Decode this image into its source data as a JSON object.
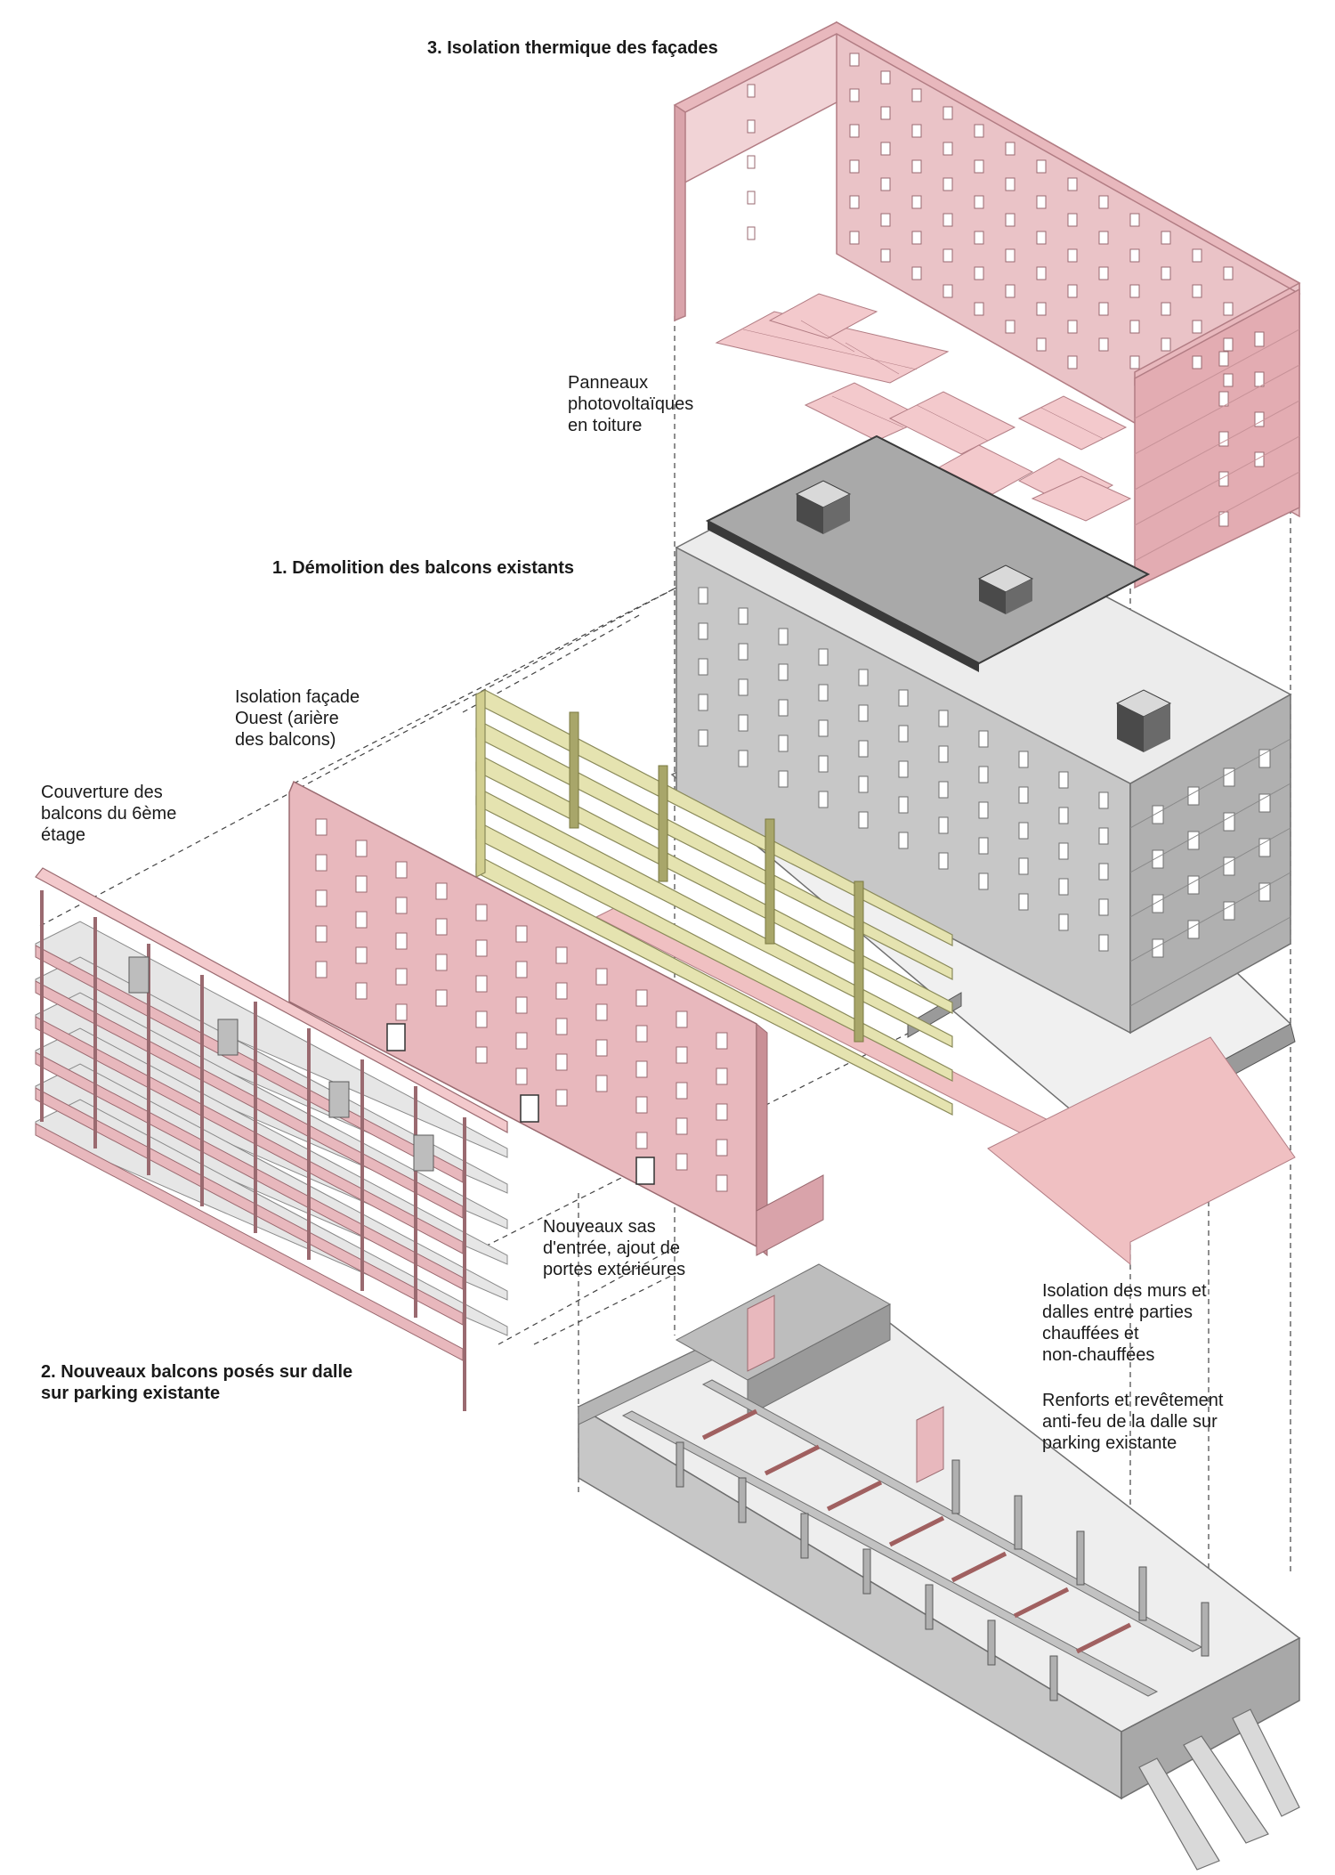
{
  "headings": {
    "step1": "1. Démolition des balcons existants",
    "step2": "2. Nouveaux balcons posés sur dalle\nsur parking existante",
    "step3": "3. Isolation thermique des façades"
  },
  "labels": {
    "pv_panels": "Panneaux\nphotovoltaïques\nen toiture",
    "west_facade": "Isolation façade\nOuest (arière\ndes balcons)",
    "balcony_cover": "Couverture des\nbalcons du 6ème\nétage",
    "entry_airlocks": "Nouveaux sas\nd'entrée, ajout de\nportes extérieures",
    "wall_slab_insulation": "Isolation des murs et\ndalles entre parties\nchauffées et\nnon-chauffées",
    "fire_reinforcement": "Renforts et revêtement\nanti-feu de la dalle sur\nparking existante"
  },
  "colors": {
    "insulation_pink": "#e8b8bd",
    "insulation_stroke": "#b27d84",
    "existing_grey": "#bdbdbd",
    "existing_stroke": "#6f6f6f",
    "roof_grey": "#a9a9a9",
    "removed_balcony_yellow": "#e5e3b0",
    "pv_pink": "#f3c9cc",
    "ground_pink": "#f0c0c2"
  }
}
